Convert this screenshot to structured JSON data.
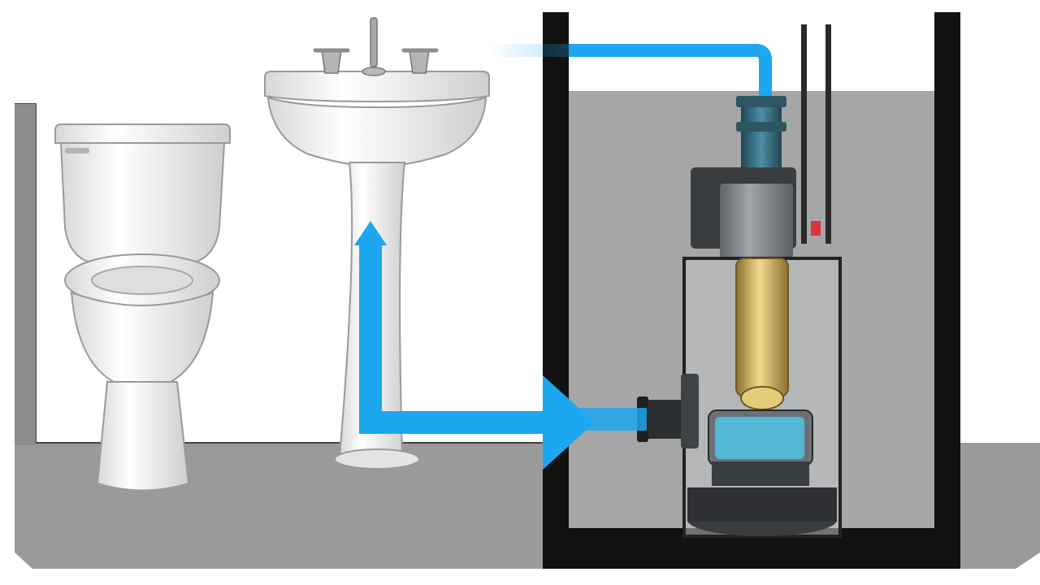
{
  "colors": {
    "background": "#ffffff",
    "floor": "#9a9a9a",
    "wall_outline": "#1a1a1a",
    "flow_arrow": "#1da7ee",
    "flow_arrow_light": "#7fd0f7",
    "pump_body": "#7d8288",
    "pipe_dark": "#2f5f72",
    "impeller": "#c7a84a",
    "porcelain": "#f4f4f4",
    "porcelain_shadow": "#c9c9c9"
  },
  "components": [
    "toilet",
    "pedestal-sink",
    "sump-basin",
    "grinder-pump",
    "discharge-pipe",
    "inlet-pipe",
    "flow-arrow"
  ],
  "icons": [
    "toilet-icon",
    "sink-icon",
    "faucet-icon",
    "pump-icon",
    "arrow-icon"
  ]
}
